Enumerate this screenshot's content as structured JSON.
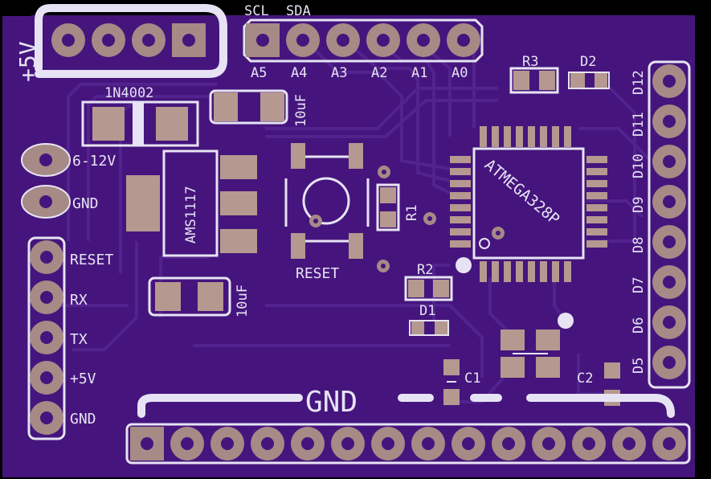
{
  "board": {
    "top_header": {
      "label_left": "SCL",
      "label_right": "SDA",
      "pins": [
        "A5",
        "A4",
        "A3",
        "A2",
        "A1",
        "A0"
      ]
    },
    "power_label": "+5V",
    "diode_label": "1N4002",
    "regulator_label": "AMS1117",
    "cap_top_label": "10uF",
    "cap_bottom_label": "10uF",
    "input_labels": [
      "6-12V",
      "GND"
    ],
    "left_header": [
      "RESET",
      "RX",
      "TX",
      "+5V",
      "GND"
    ],
    "button_label": "RESET",
    "r1_label": "R1",
    "r2_label": "R2",
    "r3_label": "R3",
    "d1_label": "D1",
    "d2_label": "D2",
    "mcu_label": "ATMEGA328P",
    "c1_label": "C1",
    "c2_label": "C2",
    "gnd_label": "GND",
    "right_header": [
      "D12",
      "D11",
      "D10",
      "D9",
      "D8",
      "D7",
      "D6",
      "D5"
    ],
    "colors": {
      "board": "#45157d",
      "copper_ring": "#a58a86",
      "pad": "#b5988f",
      "silk": "#e7e3f4",
      "trace": "#52238e"
    }
  }
}
